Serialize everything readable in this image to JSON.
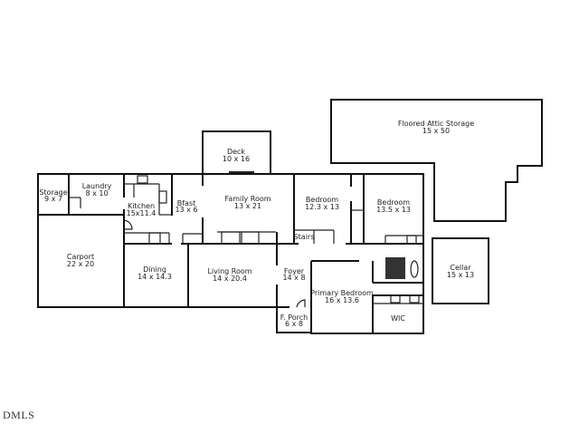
{
  "rooms": {
    "attic": {
      "name": "Floored Attic Storage",
      "size": "15 x 50"
    },
    "deck": {
      "name": "Deck",
      "size": "10 x 16"
    },
    "storage": {
      "name": "Storage",
      "size": "9 x 7"
    },
    "laundry": {
      "name": "Laundry",
      "size": "8 x 10"
    },
    "kitchen": {
      "name": "Kitchen",
      "size": "15x11.4"
    },
    "bfast": {
      "name": "Bfast",
      "size": "13 x 6"
    },
    "family": {
      "name": "Family Room",
      "size": "13 x 21"
    },
    "bedroom1": {
      "name": "Bedroom",
      "size": "12.3 x 13"
    },
    "bedroom2": {
      "name": "Bedroom",
      "size": "13.5 x 13"
    },
    "stairs": {
      "name": "Stairs"
    },
    "carport": {
      "name": "Carport",
      "size": "22 x 20"
    },
    "dining": {
      "name": "Dining",
      "size": "14 x 14.3"
    },
    "living": {
      "name": "Living Room",
      "size": "14 x 20.4"
    },
    "foyer": {
      "name": "Foyer",
      "size": "14 x 8"
    },
    "porch": {
      "name": "F. Porch",
      "size": "6 x 8"
    },
    "primary": {
      "name": "Primary Bedroom",
      "size": "16 x 13.6"
    },
    "wic": {
      "name": "WIC"
    },
    "cellar": {
      "name": "Cellar",
      "size": "15 x 13"
    }
  },
  "watermark": "DMLS"
}
